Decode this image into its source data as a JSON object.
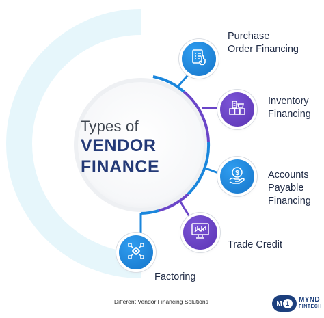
{
  "title": {
    "prefix": "Types of",
    "line1": "VENDOR",
    "line2": "FINANCE"
  },
  "items": [
    {
      "label_lines": [
        "Purchase",
        "Order Financing"
      ],
      "icon": "order-checklist-icon",
      "color": "blue"
    },
    {
      "label_lines": [
        "Inventory",
        "Financing"
      ],
      "icon": "inventory-boxes-icon",
      "color": "purple"
    },
    {
      "label_lines": [
        "Accounts",
        "Payable",
        "Financing"
      ],
      "icon": "dollar-hand-icon",
      "color": "blue"
    },
    {
      "label_lines": [
        "Trade Credit"
      ],
      "icon": "stock-chart-monitor-icon",
      "color": "purple"
    },
    {
      "label_lines": [
        "Factoring"
      ],
      "icon": "network-gear-icon",
      "color": "blue"
    }
  ],
  "caption": "Different Vendor  Financing Solutions",
  "brand": {
    "mark": "M",
    "mark_number": "1",
    "name": "MYND",
    "sub": "FINTECH"
  },
  "colors": {
    "blue": "#1a86dc",
    "purple": "#6a45c8",
    "navy": "#243a77",
    "ring": "#e8f6fb"
  }
}
